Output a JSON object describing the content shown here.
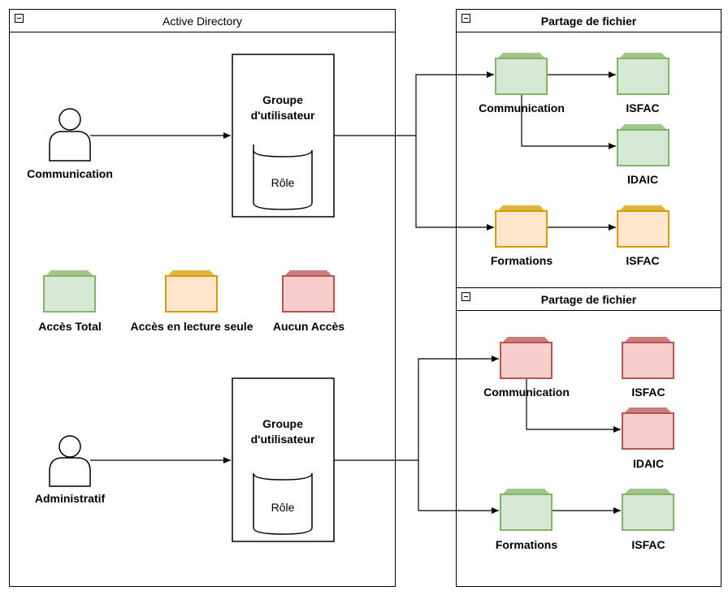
{
  "colors": {
    "green_fill": "#d5e8d4",
    "green_stroke": "#82b366",
    "orange_fill": "#ffe6cc",
    "orange_stroke": "#d79b00",
    "red_fill": "#f8cecc",
    "red_stroke": "#b85450"
  },
  "active_directory": {
    "title": "Active Directory",
    "users": [
      {
        "label": "Communication"
      },
      {
        "label": "Administratif"
      }
    ],
    "groups": [
      {
        "title": "Groupe\nd'utilisateur",
        "role": "Rôle"
      },
      {
        "title": "Groupe\nd'utilisateur",
        "role": "Rôle"
      }
    ],
    "legend": [
      {
        "label": "Accès Total",
        "color": "green"
      },
      {
        "label": "Accès en lecture seule",
        "color": "orange"
      },
      {
        "label": "Aucun Accès",
        "color": "red"
      }
    ]
  },
  "share_top": {
    "title": "Partage de fichier",
    "folders": [
      {
        "label": "Communication",
        "color": "green"
      },
      {
        "label": "ISFAC",
        "color": "green"
      },
      {
        "label": "IDAIC",
        "color": "green"
      },
      {
        "label": "Formations",
        "color": "orange"
      },
      {
        "label": "ISFAC",
        "color": "orange"
      }
    ]
  },
  "share_bottom": {
    "title": "Partage de fichier",
    "folders": [
      {
        "label": "Communication",
        "color": "red"
      },
      {
        "label": "ISFAC",
        "color": "red"
      },
      {
        "label": "IDAIC",
        "color": "red"
      },
      {
        "label": "Formations",
        "color": "green"
      },
      {
        "label": "ISFAC",
        "color": "green"
      }
    ]
  }
}
